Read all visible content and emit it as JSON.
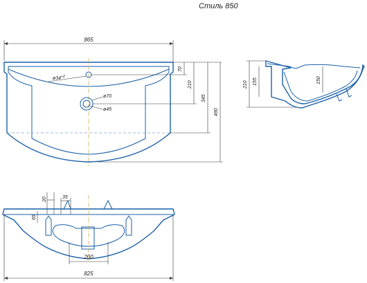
{
  "title": "Стиль 850",
  "top_view": {
    "overall_width": "865",
    "depth": "490",
    "tap_offset": "345",
    "drain_offset": "210",
    "tap_hole_offset": "70",
    "tap_hole_label": "ø34",
    "tap_hole_sup": "+2",
    "drain_outer_label": "ø70",
    "drain_inner_label": "ø45"
  },
  "side_view": {
    "height": "210",
    "inner_depth": "155",
    "bowl_depth": "150"
  },
  "front_view": {
    "bottom_width": "825",
    "bracket_spacing": "200",
    "bracket_height": "65",
    "dim_20": "20",
    "dim_35": "35"
  },
  "colors": {
    "outline": "#1a5fa8",
    "centerline": "#c9a23a",
    "dimension": "#333333"
  }
}
